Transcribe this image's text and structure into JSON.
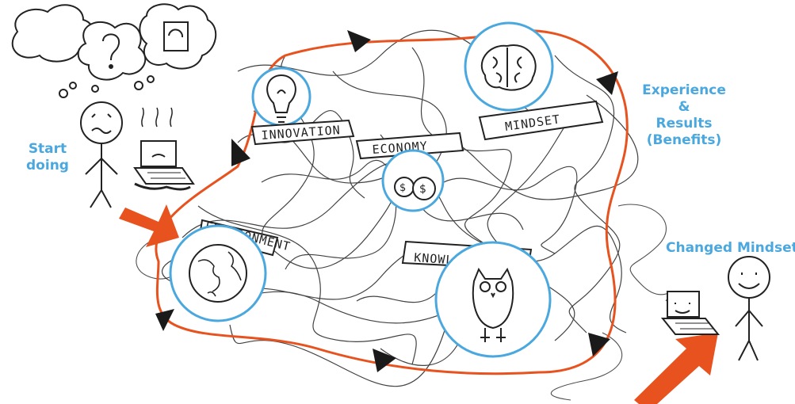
{
  "labels": {
    "start": "Start\ndoing",
    "experience": [
      "Experience",
      "&",
      "Results",
      "(Benefits)"
    ],
    "changed": "Changed Mindset"
  },
  "topics": {
    "innovation": "INNOVATION",
    "economy": "ECONOMY",
    "mindset": "MINDSET",
    "environment": "ENVIRONMENT",
    "knowledge": "KNOWLEDGE"
  },
  "colors": {
    "accent_blue": "#4aa8df",
    "orange": "#e8521f",
    "ink": "#222222"
  }
}
